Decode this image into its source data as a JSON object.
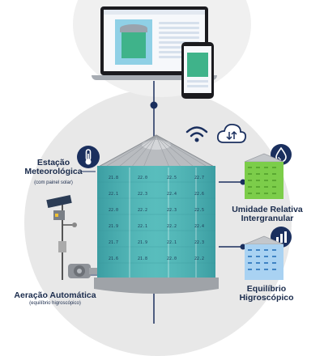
{
  "station": {
    "title_line1": "Estação",
    "title_line2": "Meteorológica",
    "subtitle": "(com painel solar)"
  },
  "aeration": {
    "title": "Aeração Automática",
    "subtitle": "(equilíbrio higroscópico)"
  },
  "humidity": {
    "title_line1": "Umidade Relativa",
    "title_line2": "Intergranular"
  },
  "equilibrium": {
    "title_line1": "Equilíbrio",
    "title_line2": "Higroscópico"
  },
  "icons": {
    "thermometer": "thermometer-icon",
    "wifi": "wifi-icon",
    "cloud": "cloud-sync-icon",
    "humidity_drop": "humidity-drop-icon",
    "chart": "bar-chart-icon"
  },
  "colors": {
    "navy": "#1a2f5e",
    "silo_teal": "#4fb5b8",
    "humidity_green": "#7ccd4a",
    "equilibrium_blue": "#5aa4e0",
    "background_circle": "#e6e6e6"
  }
}
